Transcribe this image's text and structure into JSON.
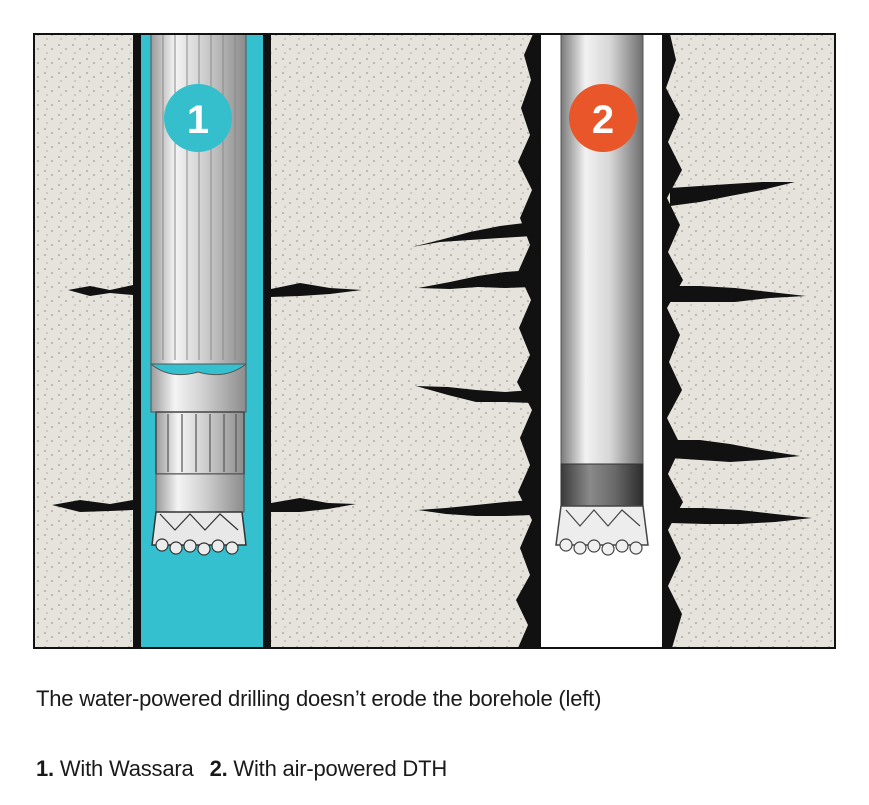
{
  "diagram": {
    "marker_1": "1",
    "marker_2": "2",
    "colors": {
      "water": "#35c0d0",
      "marker_1": "#35bfcc",
      "marker_2": "#e8562a",
      "rock": "#e6e3dd",
      "cracks": "#111111"
    }
  },
  "caption": "The water-powered drilling doesn’t erode the borehole (left)",
  "legend": {
    "item1_num": "1.",
    "item1_text": " With Wassara",
    "item2_num": "2.",
    "item2_text": " With air-powered DTH"
  }
}
